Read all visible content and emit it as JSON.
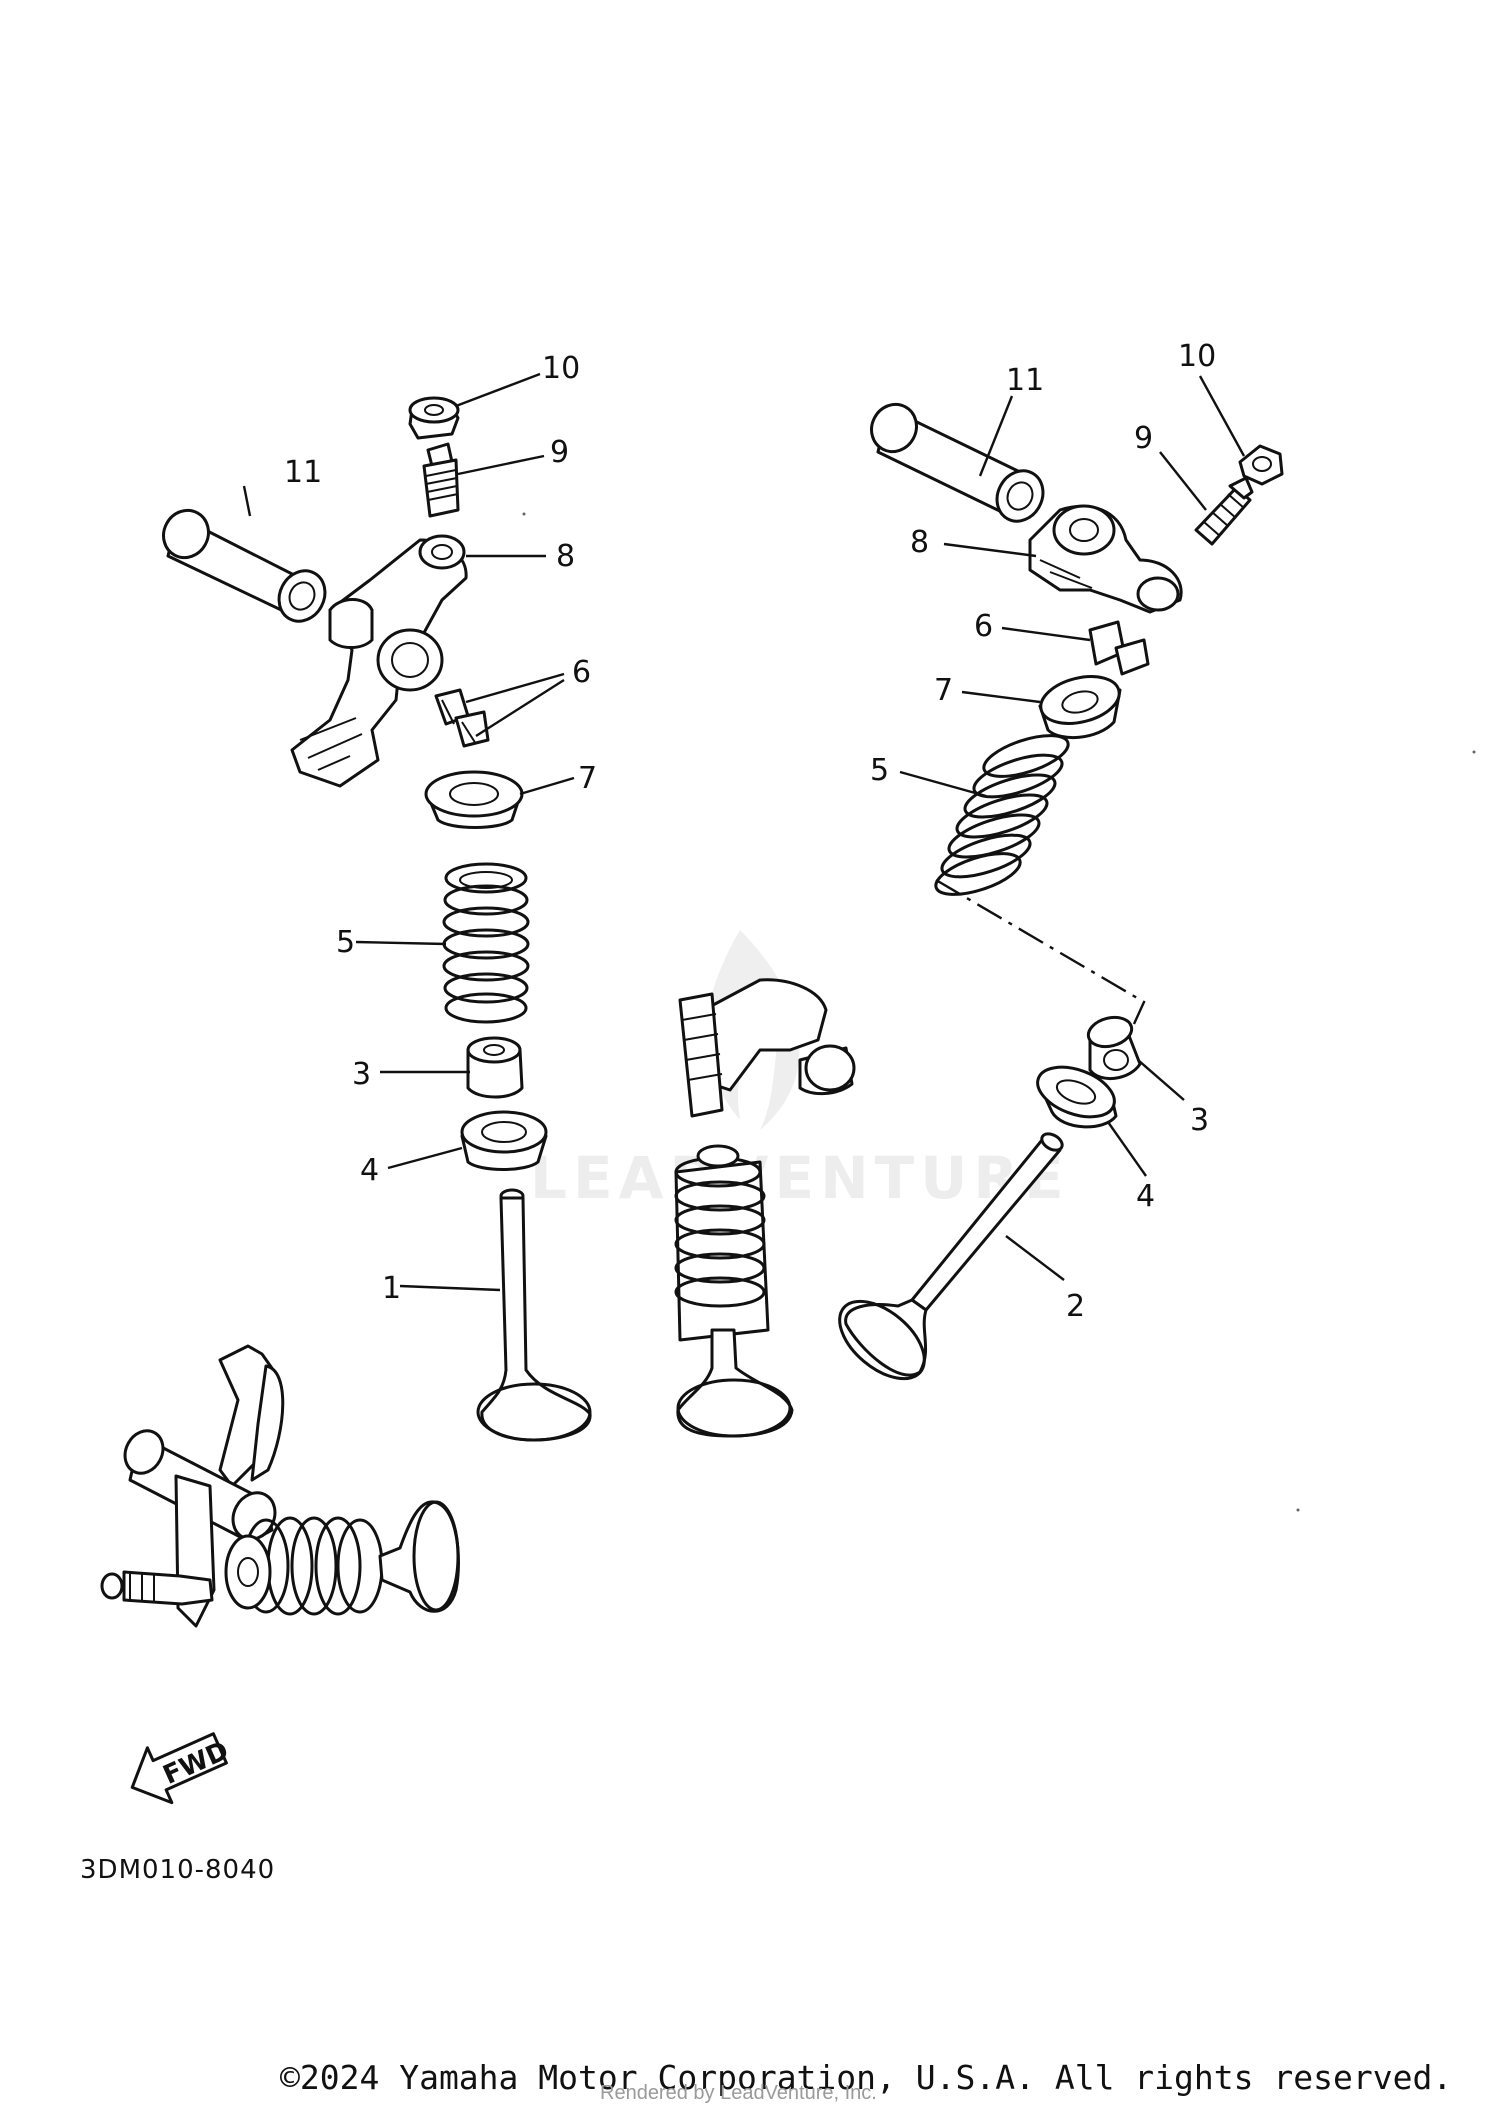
{
  "diagram": {
    "watermark": "LEADVENTURE",
    "diagram_code": "3DM010-8040",
    "fwd_label": "FWD",
    "left_assembly": {
      "callouts": {
        "adjuster_nut": "10",
        "adjuster_screw": "9",
        "rocker_arm": "8",
        "rocker_shaft": "11",
        "cotter": "6",
        "retainer": "7",
        "spring": "5",
        "stem_seal": "3",
        "spring_seat": "4",
        "valve": "1"
      }
    },
    "right_assembly": {
      "callouts": {
        "adjuster_nut": "10",
        "adjuster_screw": "9",
        "rocker_shaft": "11",
        "rocker_arm": "8",
        "cotter": "6",
        "retainer": "7",
        "spring": "5",
        "stem_seal": "3",
        "spring_seat": "4",
        "valve": "2"
      }
    }
  },
  "footer": {
    "copyright": "©2024 Yamaha Motor Corporation, U.S.A. All rights reserved.",
    "rendered_by": "Rendered by LeadVenture, Inc."
  }
}
